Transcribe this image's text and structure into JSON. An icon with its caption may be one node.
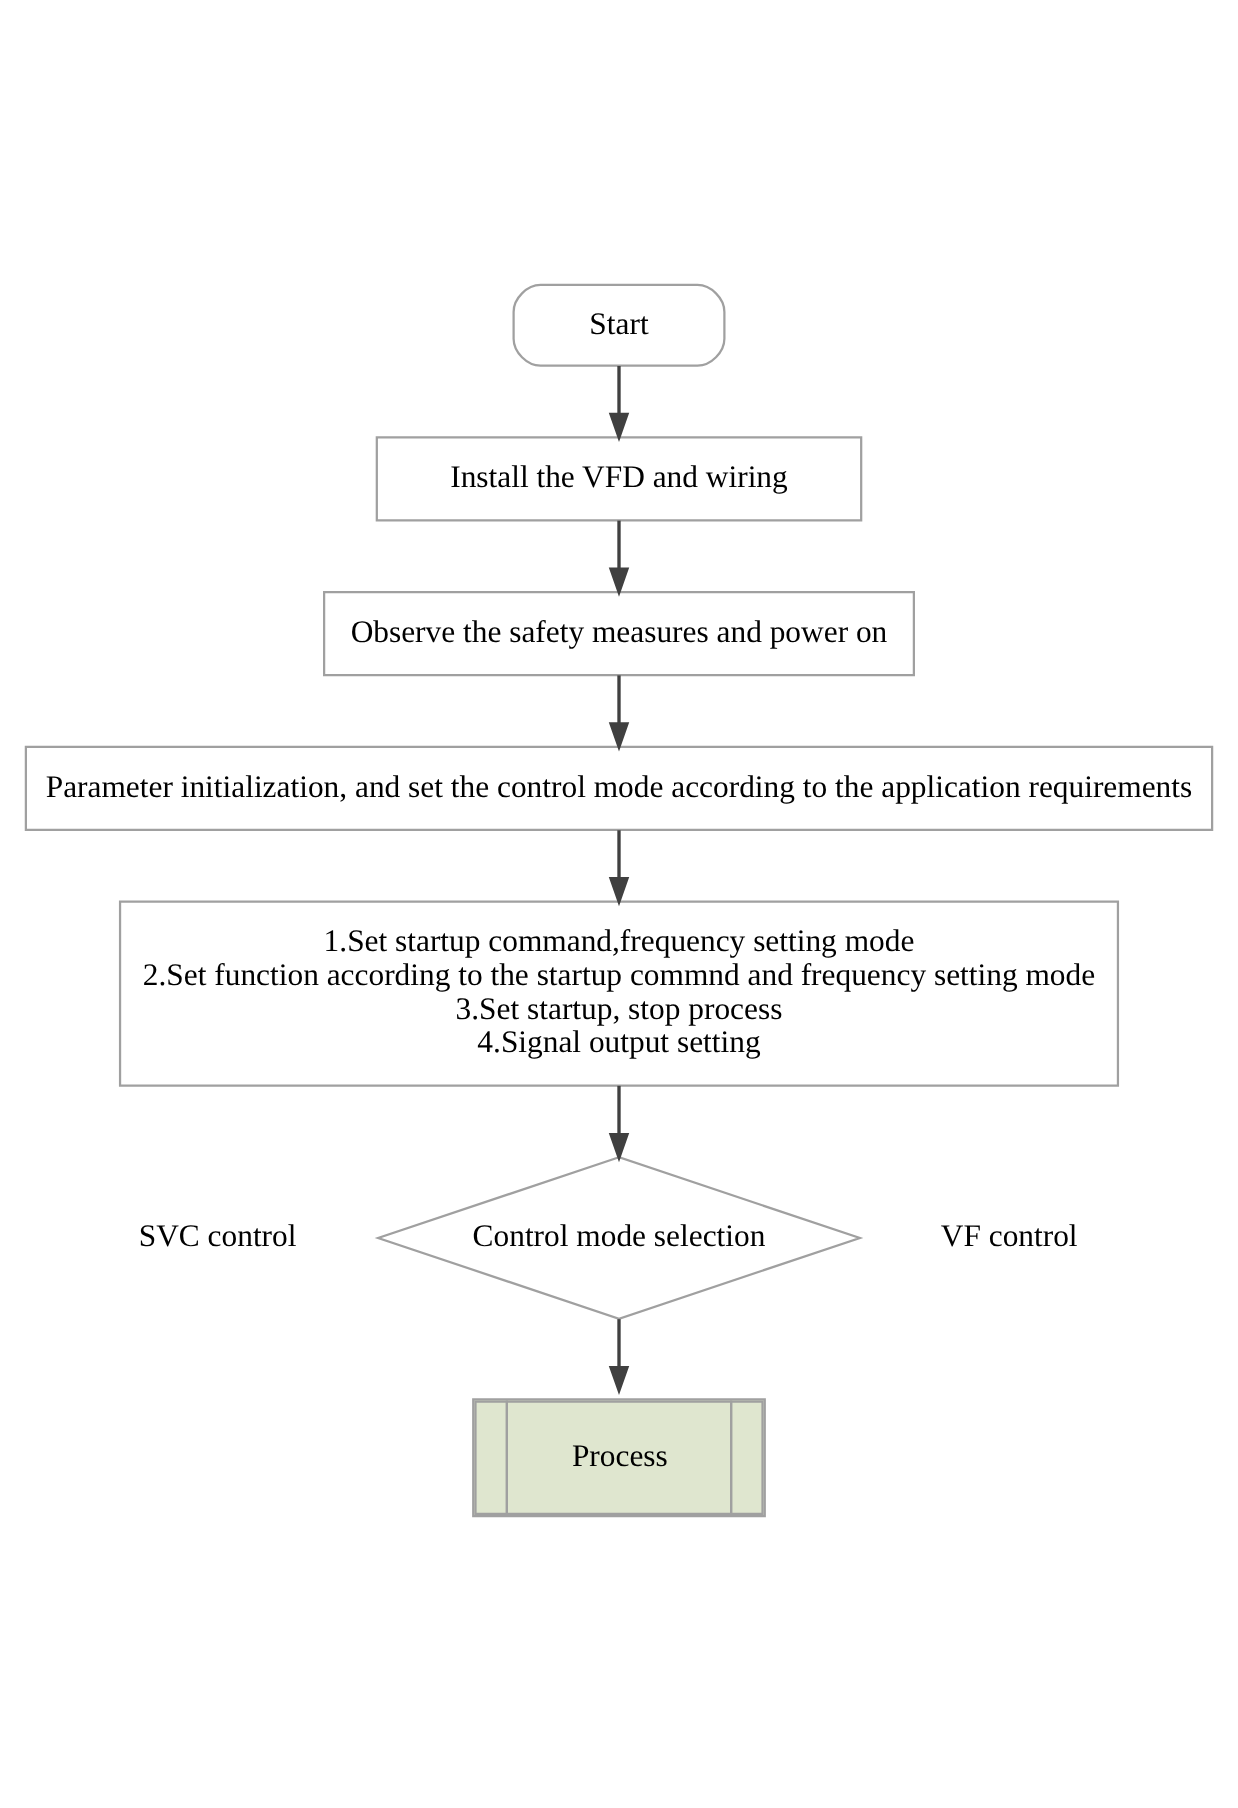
{
  "diagram": {
    "nodes": [
      {
        "text": [
          "Start"
        ]
      },
      {
        "text": [
          "Install the VFD and wiring"
        ]
      },
      {
        "text": [
          "Observe the safety measures and power on"
        ]
      },
      {
        "text": [
          "Parameter initialization, and set the control mode according to the application requirements"
        ]
      },
      {
        "text": [
          "1.Set startup command,frequency setting mode",
          "2.Set function according to the startup commnd and frequency setting mode",
          "3.Set startup, stop process",
          "4.Signal output setting"
        ]
      },
      {
        "text": [
          "Control mode selection"
        ]
      },
      {
        "text": [
          "Process"
        ]
      }
    ],
    "edges": [
      {
        "from": 0,
        "to": 1,
        "arrow": "to"
      },
      {
        "from": 1,
        "to": 2,
        "arrow": "to"
      },
      {
        "from": 2,
        "to": 3,
        "arrow": "to"
      },
      {
        "from": 3,
        "to": 4,
        "arrow": "to"
      },
      {
        "from": 4,
        "to": 5,
        "arrow": "to"
      },
      {
        "from": 5,
        "to": 6,
        "arrow": "to"
      }
    ],
    "labels": [
      "SVC control",
      "VF control"
    ]
  }
}
